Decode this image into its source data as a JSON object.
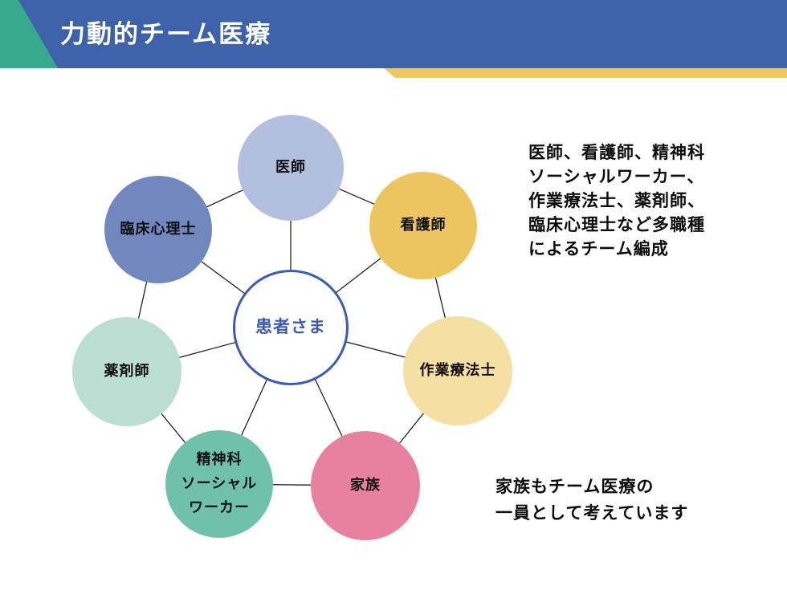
{
  "header": {
    "title": "力動的チーム医療"
  },
  "diagram": {
    "center": {
      "label": "患者さま"
    },
    "nodes": [
      {
        "id": "doctor",
        "label": "医師"
      },
      {
        "id": "nurse",
        "label": "看護師"
      },
      {
        "id": "occupational-therapist",
        "label": "作業療法士"
      },
      {
        "id": "family",
        "label": "家族"
      },
      {
        "id": "psychiatric-social-worker",
        "label": "精神科\nソーシャル\nワーカー"
      },
      {
        "id": "pharmacist",
        "label": "薬剤師"
      },
      {
        "id": "clinical-psychologist",
        "label": "臨床心理士"
      }
    ]
  },
  "annotations": {
    "team_composition": "医師、看護師、精神科\nソーシャルワーカー、\n作業療法士、薬剤師、\n臨床心理士など多職種\nによるチーム編成",
    "family_note": "家族もチーム医療の\n一員として考えています"
  },
  "colors": {
    "header_blue": "#3e62a9",
    "corner_teal": "#38a98c",
    "accent_yellow": "#f0c75f",
    "center_blue": "#3a5cb5",
    "doctor": "#b3bfdf",
    "nurse": "#edc55e",
    "occupational_therapist": "#f5dfa2",
    "family": "#e8809f",
    "psychiatric_social_worker": "#6fc1ac",
    "pharmacist": "#badfd2",
    "clinical_psychologist": "#7187be"
  }
}
